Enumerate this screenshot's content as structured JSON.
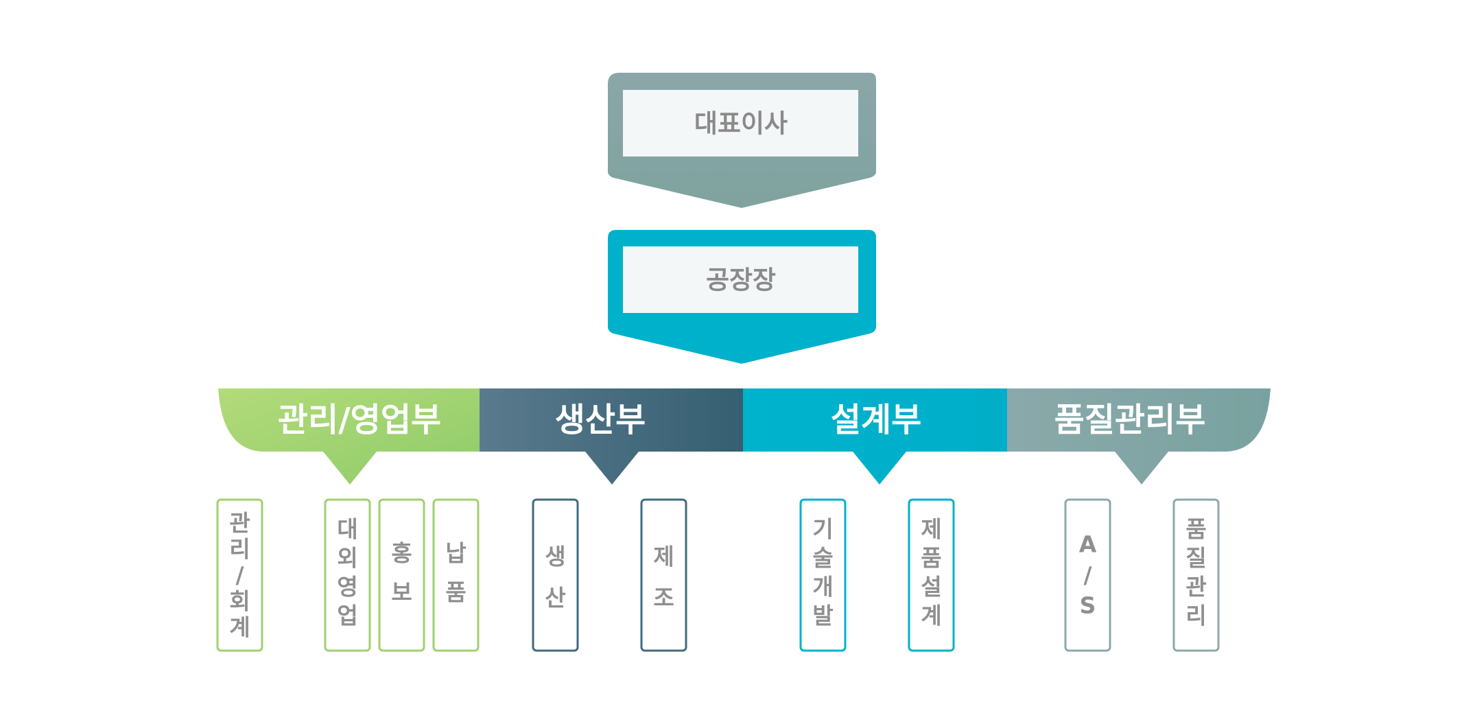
{
  "colors": {
    "ceo": "#86a6a6",
    "factory": "#00b1cb",
    "inner_box": "#f4f7f8",
    "exec_text": "#8a8a8a",
    "team_text": "#8f8f8f",
    "management_sales": "#9fd06f",
    "production": "#3f6b7e",
    "design": "#00b1cb",
    "quality": "#7fa3a1"
  },
  "executives": {
    "ceo": "대표이사",
    "factory_manager": "공장장"
  },
  "departments": [
    {
      "name": "관리/영업부",
      "color": "#9fd06f",
      "teams": [
        [
          "관",
          "리",
          "/",
          "회",
          "계"
        ],
        [
          "대",
          "외",
          "영",
          "업"
        ],
        [
          "홍",
          "보"
        ],
        [
          "납",
          "품"
        ]
      ]
    },
    {
      "name": "생산부",
      "color": "#3f6b7e",
      "teams": [
        [
          "생",
          "산"
        ],
        [
          "제",
          "조"
        ]
      ]
    },
    {
      "name": "설계부",
      "color": "#00b1cb",
      "teams": [
        [
          "기",
          "술",
          "개",
          "발"
        ],
        [
          "제",
          "품",
          "설",
          "계"
        ]
      ]
    },
    {
      "name": "품질관리부",
      "color": "#7fa3a1",
      "teams": [
        [
          "A",
          "/",
          "S"
        ],
        [
          "품",
          "질",
          "관",
          "리"
        ]
      ]
    }
  ]
}
